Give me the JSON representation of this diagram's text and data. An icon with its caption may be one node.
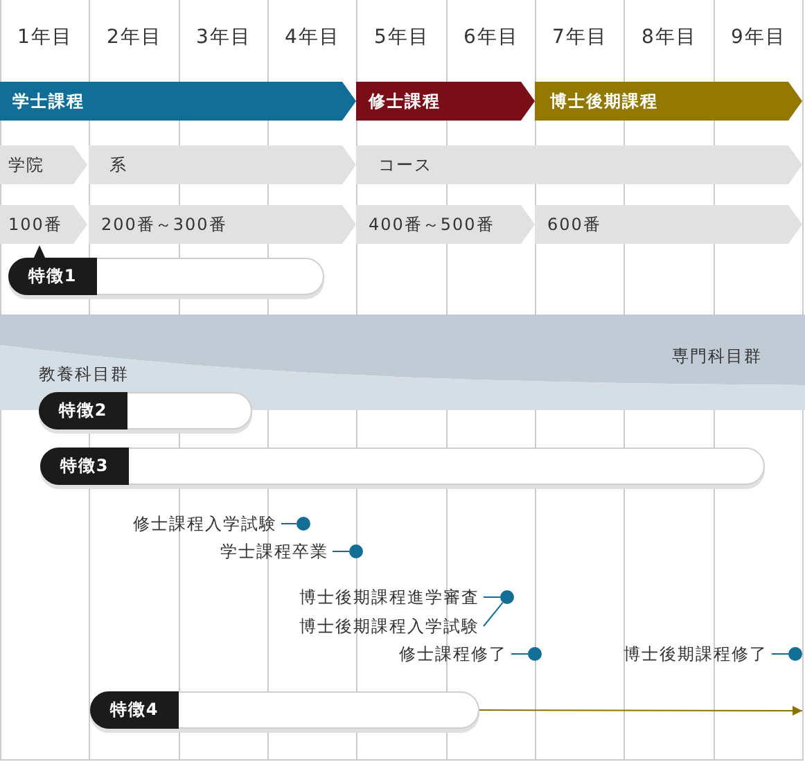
{
  "diagram": {
    "nodes": [
      {
        "text": [
          "学士課程"
        ]
      },
      {
        "text": [
          "修士課程"
        ]
      },
      {
        "text": [
          "博士後期課程"
        ]
      },
      {
        "text": [
          "学院"
        ]
      },
      {
        "text": [
          "系"
        ]
      },
      {
        "text": [
          "コース"
        ]
      },
      {
        "text": [
          "100番"
        ]
      },
      {
        "text": [
          "200番～300番"
        ]
      },
      {
        "text": [
          "400番～500番"
        ]
      },
      {
        "text": [
          "600番"
        ]
      },
      {
        "text": [
          "特徴1"
        ]
      },
      {
        "text": [
          "専門科目群"
        ]
      },
      {
        "text": [
          "教養科目群"
        ]
      },
      {
        "text": [
          "特徴2"
        ]
      },
      {
        "text": [
          "特徴3"
        ]
      },
      {
        "text": [
          "修士課程入学試験"
        ]
      },
      {
        "text": [],
        "shape": "circle"
      },
      {
        "text": [
          "学士課程卒業"
        ]
      },
      {
        "text": [],
        "shape": "circle"
      },
      {
        "text": [
          "博士後期課程進学審査"
        ]
      },
      {
        "text": [
          "博士後期課程入学試験"
        ]
      },
      {
        "text": [],
        "shape": "circle"
      },
      {
        "text": [
          "修士課程修了"
        ]
      },
      {
        "text": [],
        "shape": "circle"
      },
      {
        "text": [
          "博士後期課程修了"
        ]
      },
      {
        "text": [],
        "shape": "circle"
      },
      {
        "text": [
          "特徴4"
        ]
      }
    ],
    "edges": [
      {
        "from": 15,
        "to": 16,
        "arrow": "none"
      },
      {
        "from": 17,
        "to": 18,
        "arrow": "none"
      },
      {
        "from": 19,
        "to": 21,
        "arrow": "none"
      },
      {
        "from": 20,
        "to": 21,
        "arrow": "none"
      },
      {
        "from": 22,
        "to": 23,
        "arrow": "none"
      },
      {
        "from": 24,
        "to": 25,
        "arrow": "none"
      },
      {
        "from": 26,
        "to": null,
        "arrow": "to",
        "color": "#8c7200"
      }
    ],
    "labels": [
      "1年目",
      "2年目",
      "3年目",
      "4年目",
      "5年目",
      "6年目",
      "7年目",
      "8年目",
      "9年目"
    ]
  }
}
